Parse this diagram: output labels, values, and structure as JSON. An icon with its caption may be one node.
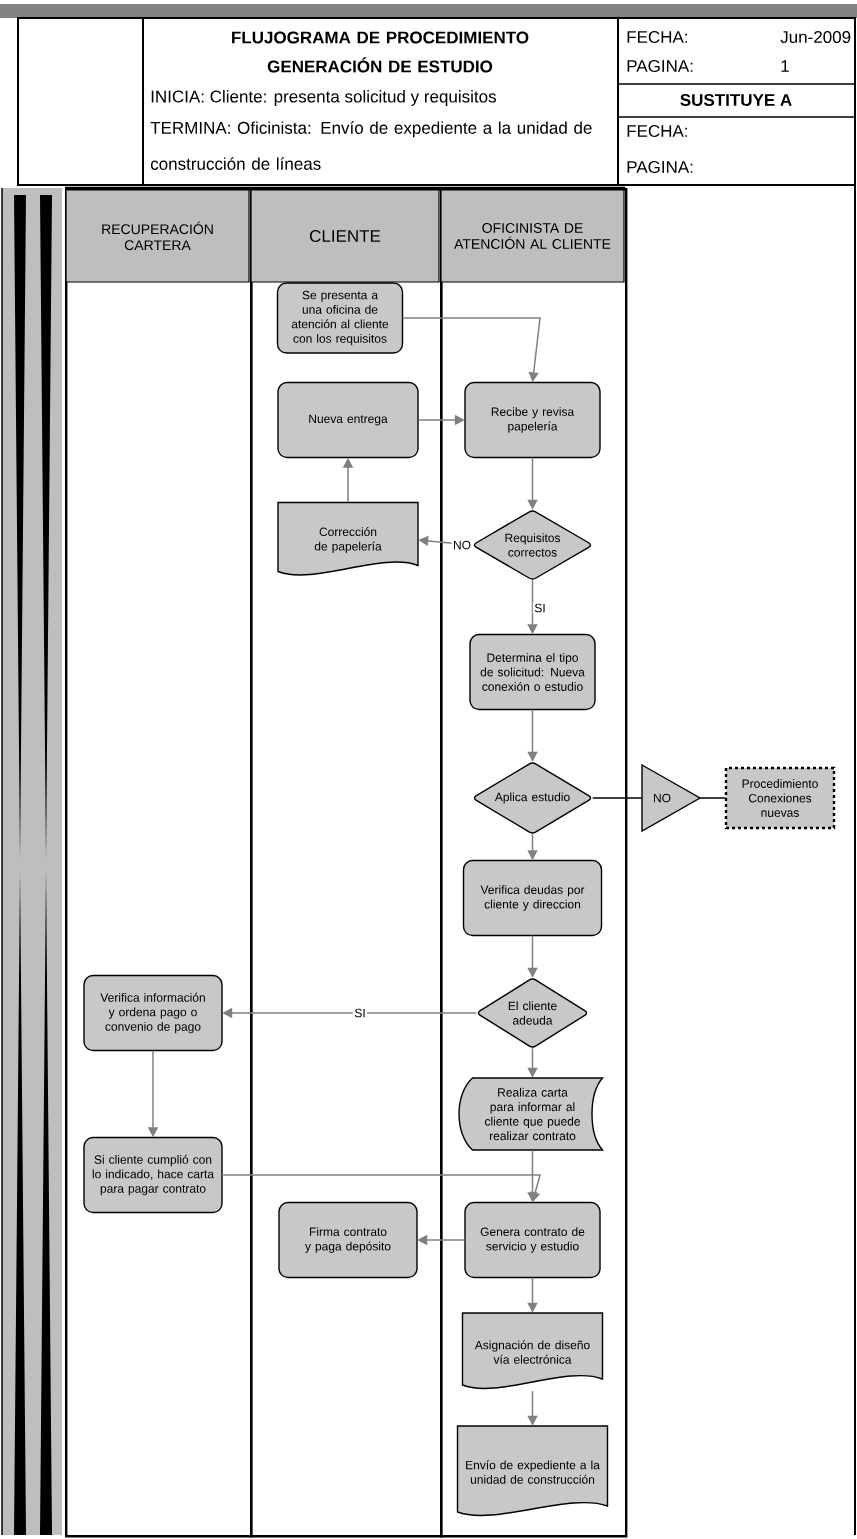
{
  "diagram": {
    "title": "FLUJOGRAMA DE PROCEDIMIENTO GENERACIÓN DE ESTUDIO",
    "nodes": [
      {
        "text": [
          "RECUPERACIÓN CARTERA"
        ]
      },
      {
        "text": [
          "CLIENTE"
        ]
      },
      {
        "text": [
          "OFICINISTA DE ATENCIÓN AL CLIENTE"
        ]
      },
      {
        "text": [
          "Se presenta a una oficina de atención al cliente con los requisitos"
        ],
        "in": 1
      },
      {
        "text": [
          "Nueva entrega"
        ],
        "in": 1
      },
      {
        "text": [
          "Recibe y revisa papelería"
        ],
        "in": 2
      },
      {
        "text": [
          "Corrección de papelería"
        ],
        "in": 1
      },
      {
        "text": [
          "Requisitos correctos"
        ],
        "in": 2
      },
      {
        "text": [
          "Determina el tipo de solicitud: Nueva conexión o estudio"
        ],
        "in": 2
      },
      {
        "text": [
          "Aplica estudio"
        ],
        "in": 2
      },
      {
        "text": [],
        "shape": "triangle"
      },
      {
        "text": [
          "Procedimiento Conexiones nuevas"
        ]
      },
      {
        "text": [
          "Verifica deudas por cliente y direccion"
        ],
        "in": 2
      },
      {
        "text": [
          "Verifica información y ordena pago o convenio de pago"
        ],
        "in": 0
      },
      {
        "text": [
          "El cliente adeuda"
        ],
        "in": 2
      },
      {
        "text": [
          "Realiza carta para informar al cliente que puede realizar contrato"
        ],
        "in": 2
      },
      {
        "text": [
          "Si cliente cumplió con lo indicado, hace carta para pagar contrato"
        ],
        "in": 0
      },
      {
        "text": [
          "Firma contrato y paga depósito"
        ],
        "in": 1
      },
      {
        "text": [
          "Genera contrato de servicio y estudio"
        ],
        "in": 2
      },
      {
        "text": [
          "Asignación de diseño vía electrónica"
        ],
        "in": 2
      },
      {
        "text": [
          "Envío de expediente a la unidad de construcción"
        ],
        "in": 2
      }
    ],
    "edges": [
      {
        "from": 3,
        "to": 5,
        "arrow": "to"
      },
      {
        "from": 4,
        "to": 5,
        "arrow": "to"
      },
      {
        "from": 5,
        "to": 7,
        "arrow": "to"
      },
      {
        "from": 7,
        "to": 6,
        "arrow": "to",
        "label": "NO"
      },
      {
        "from": 6,
        "to": 4,
        "arrow": "to"
      },
      {
        "from": 7,
        "to": 8,
        "arrow": "to",
        "label": "SI"
      },
      {
        "from": 8,
        "to": 9,
        "arrow": "to"
      },
      {
        "from": 9,
        "to": 10,
        "arrow": "none",
        "label": "NO",
        "color": "#000000"
      },
      {
        "from": 10,
        "to": 11,
        "arrow": "none",
        "color": "#000000"
      },
      {
        "from": 9,
        "to": 12,
        "arrow": "to"
      },
      {
        "from": 12,
        "to": 14,
        "arrow": "to"
      },
      {
        "from": 14,
        "to": 13,
        "arrow": "to",
        "label": "SI"
      },
      {
        "from": 14,
        "to": 15,
        "arrow": "to"
      },
      {
        "from": 13,
        "to": 16,
        "arrow": "to"
      },
      {
        "from": 16,
        "to": 18,
        "arrow": "to"
      },
      {
        "from": 15,
        "to": 18,
        "arrow": "to"
      },
      {
        "from": 18,
        "to": 17,
        "arrow": "to"
      },
      {
        "from": 18,
        "to": 19,
        "arrow": "to"
      },
      {
        "from": 19,
        "to": 20,
        "arrow": "to"
      }
    ],
    "labels": [
      "FECHA:",
      "Jun-2009",
      "PAGINA:",
      "1",
      "INICIA: Cliente: presenta solicitud y requisitos",
      "SUSTITUYE A",
      "TERMINA: Oficinista: Envío de expediente a la unidad de construcción de líneas",
      "FECHA:",
      "PAGINA:"
    ]
  }
}
